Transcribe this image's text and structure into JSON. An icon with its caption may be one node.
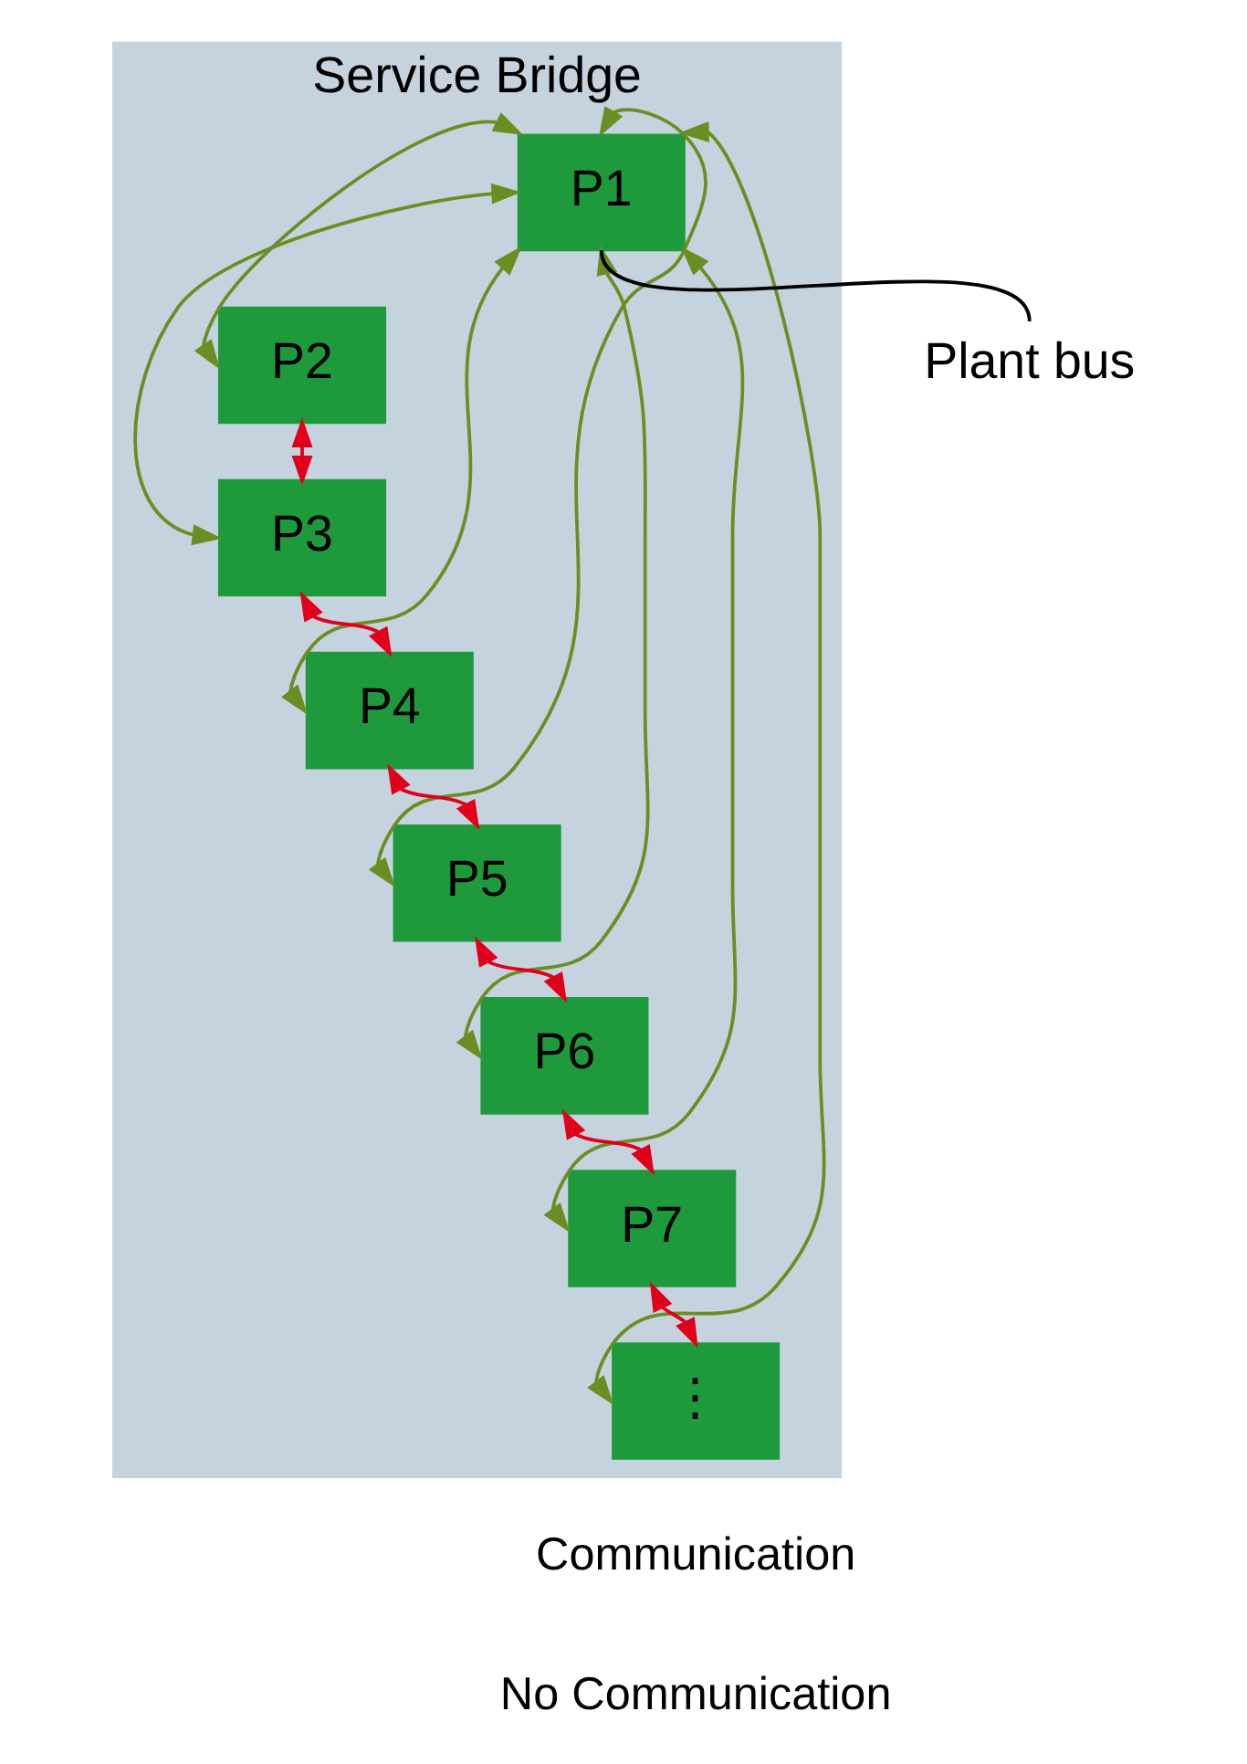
{
  "diagram": {
    "nodes": [
      {
        "text": [
          "Service Bridge"
        ]
      },
      {
        "text": [
          "P1"
        ],
        "in": 0
      },
      {
        "text": [
          "P2"
        ],
        "in": 0
      },
      {
        "text": [
          "P3"
        ],
        "in": 0
      },
      {
        "text": [
          "P4"
        ],
        "in": 0
      },
      {
        "text": [
          "P5"
        ],
        "in": 0
      },
      {
        "text": [
          "P6"
        ],
        "in": 0
      },
      {
        "text": [
          "P7"
        ],
        "in": 0
      },
      {
        "text": [
          "⋮"
        ],
        "in": 0
      },
      {
        "text": [
          "Plant bus"
        ]
      }
    ],
    "edges": [
      {
        "from": 1,
        "to": 9,
        "arrow": "none",
        "color": "#000000"
      },
      {
        "from": 1,
        "to": 2,
        "arrow": "both"
      },
      {
        "from": 1,
        "to": 3,
        "arrow": "both"
      },
      {
        "from": 1,
        "to": 4,
        "arrow": "both"
      },
      {
        "from": 1,
        "to": 5,
        "arrow": "both"
      },
      {
        "from": 1,
        "to": 6,
        "arrow": "both"
      },
      {
        "from": 1,
        "to": 7,
        "arrow": "both"
      },
      {
        "from": 1,
        "to": 8,
        "arrow": "both"
      },
      {
        "from": 2,
        "to": 3,
        "arrow": "both",
        "color": "#e0001b"
      },
      {
        "from": 3,
        "to": 4,
        "arrow": "both",
        "color": "#e0001b"
      },
      {
        "from": 4,
        "to": 5,
        "arrow": "both",
        "color": "#e0001b"
      },
      {
        "from": 5,
        "to": 6,
        "arrow": "both",
        "color": "#e0001b"
      },
      {
        "from": 6,
        "to": 7,
        "arrow": "both",
        "color": "#e0001b"
      },
      {
        "from": 7,
        "to": 8,
        "arrow": "both",
        "color": "#e0001b"
      }
    ],
    "legend": [
      {
        "text": "Communication"
      },
      {
        "text": "No Communication"
      }
    ]
  }
}
